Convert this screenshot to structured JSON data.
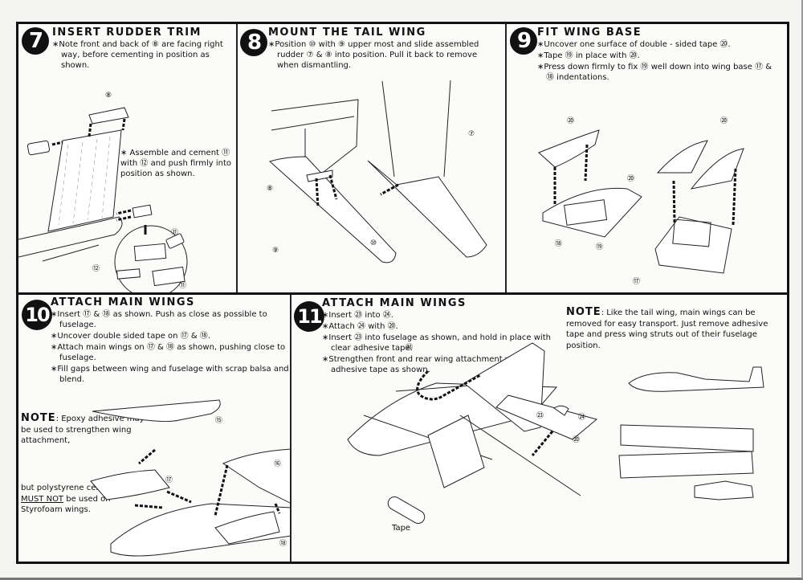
{
  "document": {
    "type": "model kit assembly instructions"
  },
  "steps": [
    {
      "number": "7",
      "title": "INSERT RUDDER TRIM",
      "instructions": [
        "Note front and back of ⑧ are facing right way, before cementing in position as shown."
      ],
      "callout": "∗ Assemble and cement ⑪ with ⑫ and push firmly into position as shown.",
      "part_labels": [
        "⑧",
        "⑪",
        "⑫",
        "⑪"
      ]
    },
    {
      "number": "8",
      "title": "MOUNT THE TAIL WING",
      "instructions": [
        "Position ⑩ with ⑨ upper most and slide assembled rudder ⑦ & ⑧ into position. Pull it back to remove when dismantling."
      ],
      "part_labels": [
        "⑦",
        "⑧",
        "⑨",
        "⑩"
      ]
    },
    {
      "number": "9",
      "title": "FIT WING BASE",
      "instructions": [
        "Uncover one surface of double - sided tape ⑳.",
        "Tape ⑲ in place with ⑳.",
        "Press down firmly to fix ⑲ well down into wing base ⑰ & ⑱ indentations."
      ],
      "part_labels": [
        "⑳",
        "⑳",
        "⑳",
        "⑱",
        "⑲",
        "⑰"
      ]
    },
    {
      "number": "10",
      "title": "ATTACH MAIN WINGS",
      "instructions": [
        "Insert ⑰ & ⑱ as shown. Push as close as possible to fuselage.",
        "Uncover double sided tape on ⑰ & ⑱.",
        "Attach main wings on ⑰ & ⑱ as shown, pushing close to fuselage.",
        "Fill gaps between wing and fuselage with scrap balsa and blend."
      ],
      "note": {
        "label": "NOTE",
        "line1": ": Epoxy adhesive may be used to strengthen wing attachment,",
        "line2_pre": "but polystyrene cement",
        "line2_emph": "MUST NOT",
        "line2_post": "be used on Styrofoam wings."
      },
      "part_labels": [
        "⑮",
        "⑯",
        "⑰",
        "⑱"
      ]
    },
    {
      "number": "11",
      "title": "ATTACH MAIN WINGS",
      "instructions": [
        "Insert ㉓ into ㉔.",
        "Attach ㉔ with ⑳.",
        "Insert ㉓ into fuselage as shown, and hold in place with clear adhesive tape.",
        "Strengthen front and rear wing attachment with clear adhesive tape as shown."
      ],
      "note": {
        "label": "NOTE",
        "text": ": Like the tail wing, main wings can be removed for easy transport. Just remove adhesive tape and press wing struts out of their fuselage position."
      },
      "tape_label": "Tape",
      "part_labels": [
        "㉓",
        "㉓",
        "㉔",
        "⑳"
      ]
    }
  ]
}
